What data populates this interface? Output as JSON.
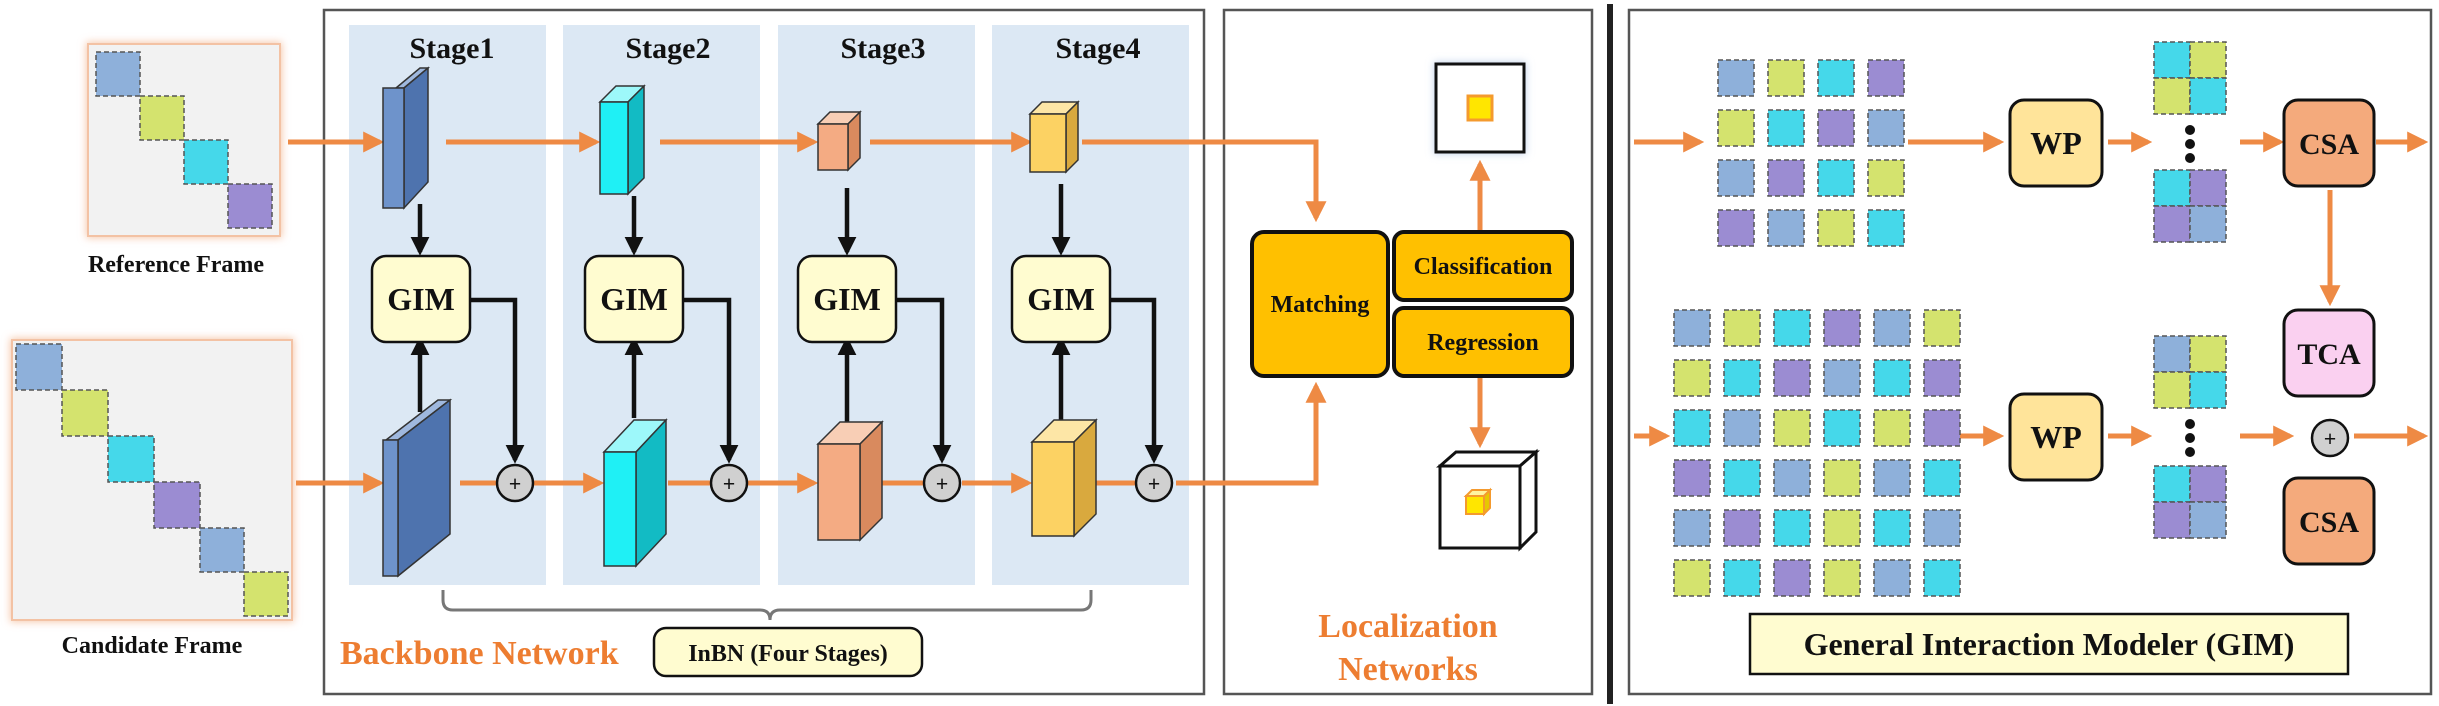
{
  "frames": {
    "reference_label": "Reference Frame",
    "candidate_label": "Candidate Frame"
  },
  "backbone": {
    "stages": [
      "Stage1",
      "Stage2",
      "Stage3",
      "Stage4"
    ],
    "gim_label": "GIM",
    "title": "Backbone Network",
    "inbn_label": "InBN (Four Stages)",
    "plus_symbol": "+"
  },
  "localization": {
    "matching_label": "Matching",
    "classification_label": "Classification",
    "regression_label": "Regression",
    "title_line1": "Localization",
    "title_line2": "Networks"
  },
  "gim_detail": {
    "wp_label": "WP",
    "csa_label": "CSA",
    "tca_label": "TCA",
    "plus_symbol": "+",
    "title": "General Interaction Modeler (GIM)"
  },
  "colors": {
    "arrow_orange": "#EE8A44",
    "stage_bg": "#DCE8F4",
    "gim_box": "#FFFCD0",
    "match_box": "#FFC000",
    "wp_box": "#FFE49A",
    "csa_box": "#F4AA7C",
    "tca_box": "#FAD0F0",
    "title_orange": "#ED7D31",
    "tile_blue": "#8EB0DA",
    "tile_green": "#D4E36E",
    "tile_cyan": "#45D8EA",
    "tile_purple": "#9B8CD2",
    "cube_blue": "#6E93CB",
    "cube_cyan": "#1FF0F5",
    "cube_salmon": "#F4AB83",
    "cube_yellow": "#FCD263"
  }
}
